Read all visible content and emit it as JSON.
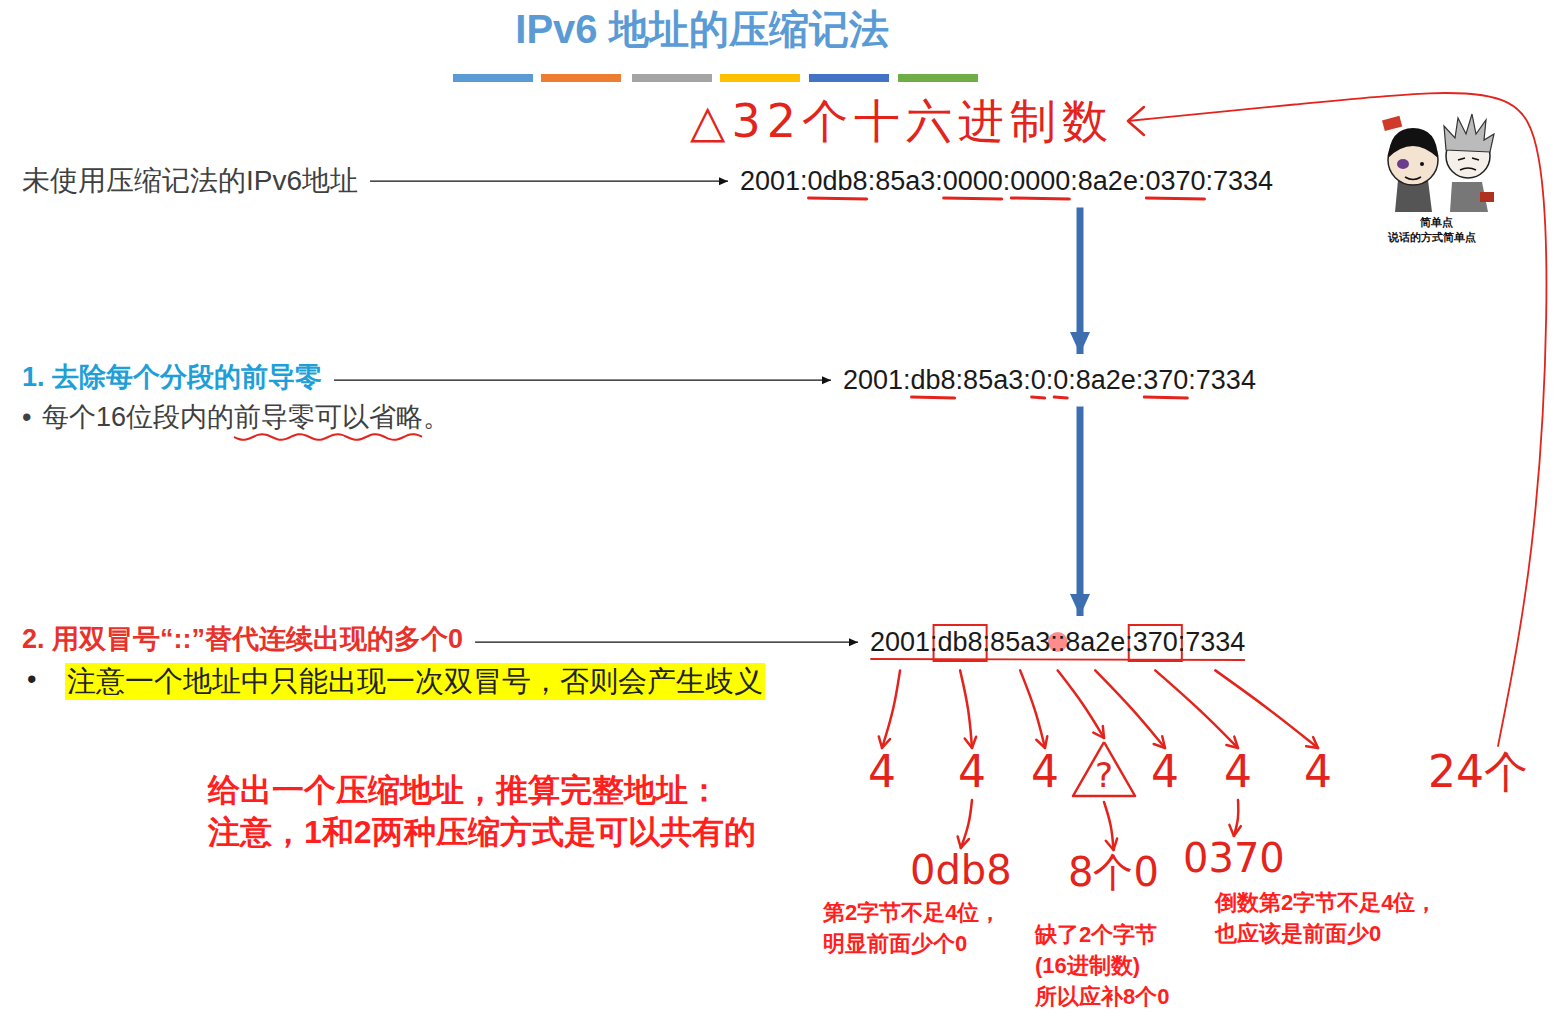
{
  "diagram": {
    "title": "IPv6 地址的压缩记法",
    "nodes": [
      {
        "text": [
          "2001:0db8:85a3:0000:0000:8a2e:0370:7334"
        ]
      },
      {
        "text": [
          "2001:db8:85a3:0:0:8a2e:370:7334"
        ]
      },
      {
        "text": [
          "2001:db8:85a3::8a2e:370:7334"
        ]
      }
    ],
    "edges": [
      {
        "from": 0,
        "to": 1,
        "arrow": "to"
      },
      {
        "from": 1,
        "to": 2,
        "arrow": "to"
      }
    ],
    "labels": [
      "△32个十六进制数",
      "未使用压缩记法的IPv6地址",
      "1. 去除每个分段的前导零",
      "•",
      "每个16位段内的前导零可以省略。",
      "2. 用双冒号“::”替代连续出现的多个0",
      "•",
      "注意一个地址中只能出现一次双冒号，否则会产生歧义",
      "4",
      "4",
      "4",
      "?",
      "4",
      "4",
      "4",
      "24个",
      "给出一个压缩地址，推算完整地址：",
      "注意，1和2两种压缩方式是可以共有的",
      "0db8",
      "8个0",
      "0370",
      "第2字节不足4位， 明显前面少个0",
      "缺了2个字节 (16进制数) 所以应补8个0",
      "倒数第2字节不足4位， 也应该是前面少0",
      "简单点",
      "说话的方式简单点"
    ]
  }
}
